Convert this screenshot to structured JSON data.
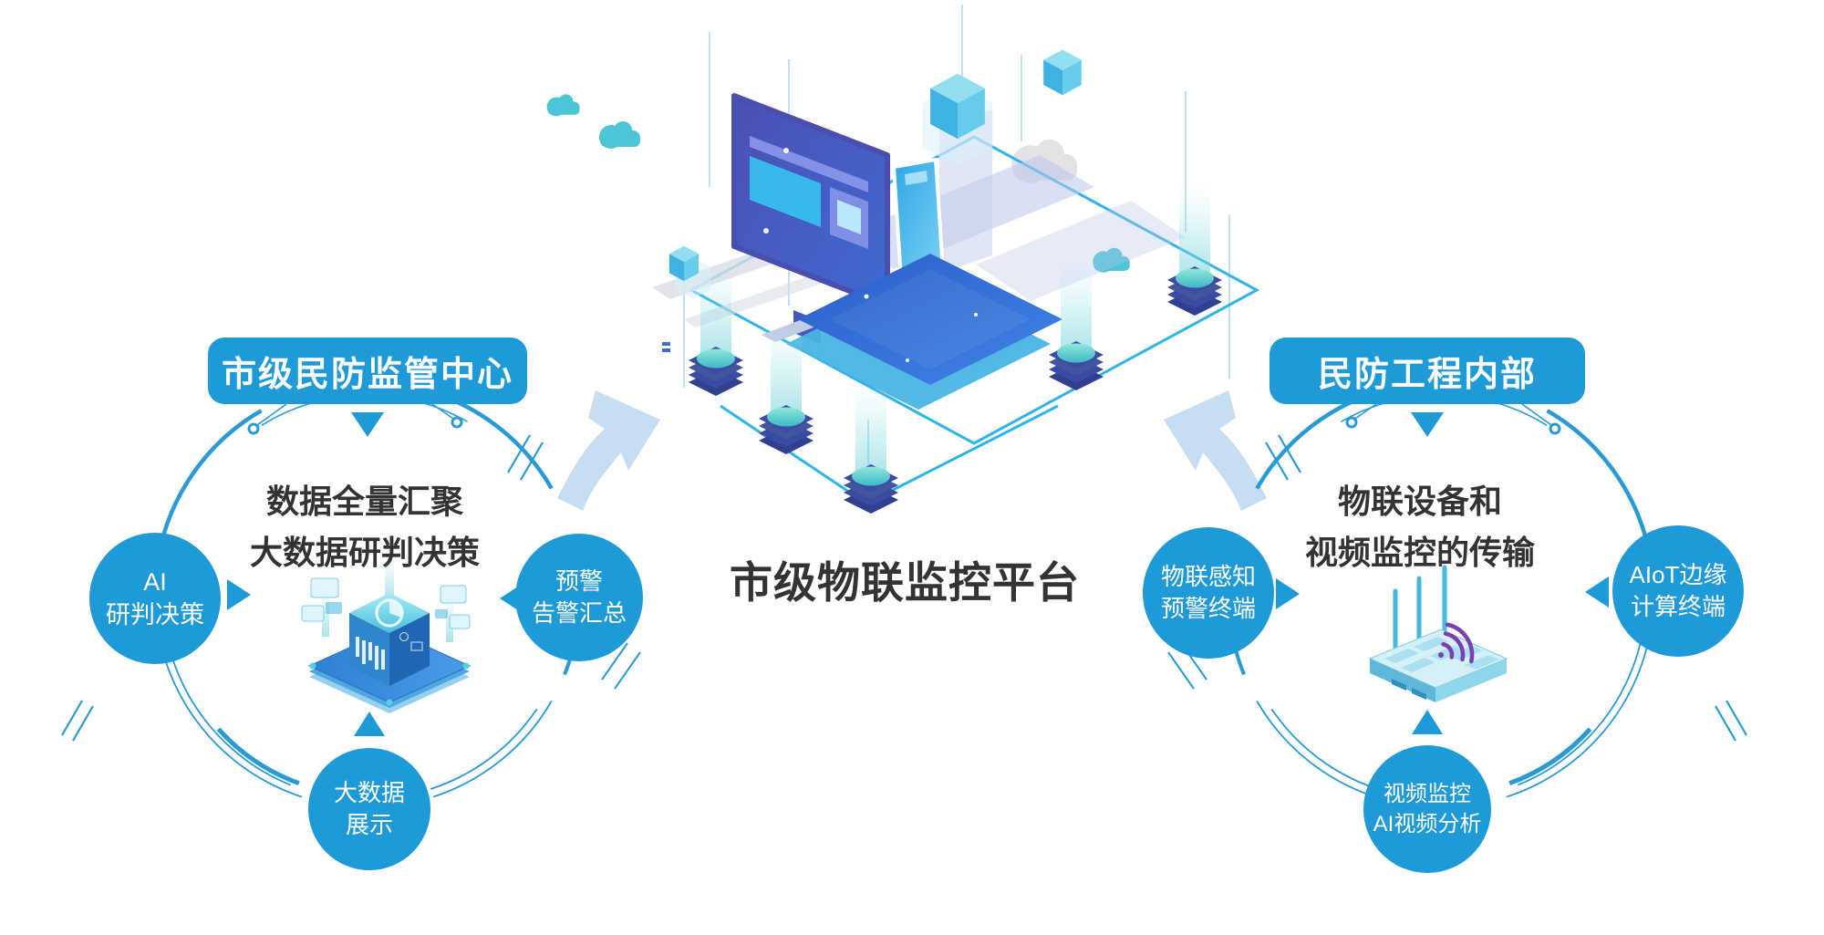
{
  "title": "市级物联监控平台",
  "colors": {
    "primary": "#1f9ad8",
    "ring": "#2a9ad6",
    "heading_text": "#333333",
    "arrow": "#c7ddf2",
    "illustration_blue": "#3f6ed6",
    "illustration_indigo": "#4c4fb4",
    "illustration_cyan": "#49c0dc",
    "db_indigo": "#3c4da6",
    "teal_cloud": "#4cc5d6",
    "wifi_purple": "#7b3fae"
  },
  "left_group": {
    "badge": "市级民防监管中心",
    "heading_line1": "数据全量汇聚",
    "heading_line2": "大数据研判决策",
    "nodes": [
      {
        "line1": "AI",
        "line2": "研判决策"
      },
      {
        "line1": "预警",
        "line2": "告警汇总"
      },
      {
        "line1": "大数据",
        "line2": "展示"
      }
    ]
  },
  "right_group": {
    "badge": "民防工程内部",
    "heading_line1": "物联设备和",
    "heading_line2": "视频监控的传输",
    "nodes": [
      {
        "line1": "物联感知",
        "line2": "预警终端"
      },
      {
        "line1": "AIoT边缘",
        "line2": "计算终端"
      },
      {
        "line1": "视频监控",
        "line2": "AI视频分析"
      }
    ]
  }
}
